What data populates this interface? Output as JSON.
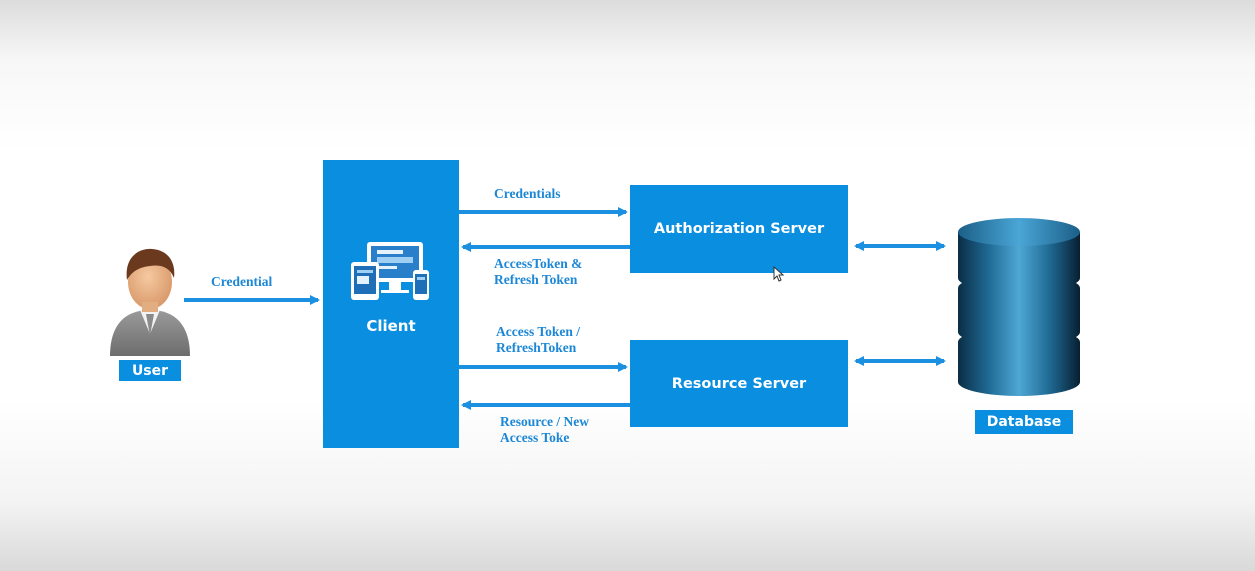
{
  "nodes": {
    "user": "User",
    "client": "Client",
    "auth_server": "Authorization Server",
    "resource_server": "Resource Server",
    "database": "Database"
  },
  "edges": {
    "user_to_client": "Credential",
    "client_to_auth": "Credentials",
    "auth_to_client": [
      "AccessToken &",
      "Refresh Token"
    ],
    "client_to_resource": [
      "Access Token /",
      "RefreshToken"
    ],
    "resource_to_client": [
      "Resource / New",
      "Access Toke"
    ]
  },
  "colors": {
    "accent": "#0a8ee0",
    "arrow": "#1b8fe0",
    "label": "#1b87d6"
  }
}
